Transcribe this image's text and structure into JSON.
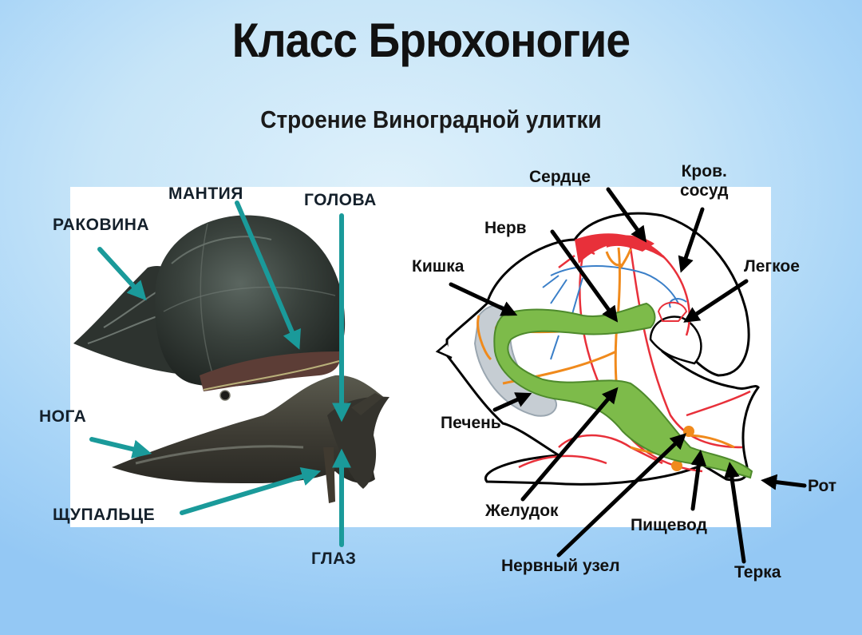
{
  "slide": {
    "title": "Класс Брюхоногие",
    "subtitle": "Строение Виноградной улитки"
  },
  "colors": {
    "background_light": "#dff1fb",
    "background_dark": "#94c8f4",
    "panel": "#ffffff",
    "external_arrow": "#1a9a9a",
    "internal_arrow": "#000000",
    "intestine_green": "#7dbb4a",
    "blood_vessel_red": "#e8303a",
    "nerve_orange": "#f08a1c",
    "lung_vessel_blue": "#3a7fc8",
    "liver_gray": "#b9c3cc"
  },
  "external_structure": {
    "labels": [
      {
        "id": "shell",
        "text": "РАКОВИНА"
      },
      {
        "id": "mantle",
        "text": "МАНТИЯ"
      },
      {
        "id": "head",
        "text": "ГОЛОВА"
      },
      {
        "id": "foot",
        "text": "НОГА"
      },
      {
        "id": "tentacle",
        "text": "ЩУПАЛЬЦЕ"
      },
      {
        "id": "eye",
        "text": "ГЛАЗ"
      }
    ]
  },
  "internal_structure": {
    "labels": [
      {
        "id": "heart",
        "text": "Сердце"
      },
      {
        "id": "blood_vessel",
        "text": "Кров. сосуд",
        "line1": "Кров.",
        "line2": "сосуд"
      },
      {
        "id": "nerve",
        "text": "Нерв"
      },
      {
        "id": "intestine",
        "text": "Кишка"
      },
      {
        "id": "lung",
        "text": "Легкое"
      },
      {
        "id": "liver",
        "text": "Печень"
      },
      {
        "id": "stomach",
        "text": "Желудок"
      },
      {
        "id": "esophagus",
        "text": "Пищевод"
      },
      {
        "id": "mouth",
        "text": "Рот"
      },
      {
        "id": "ganglion",
        "text": "Нервный узел"
      },
      {
        "id": "radula",
        "text": "Терка"
      }
    ]
  }
}
